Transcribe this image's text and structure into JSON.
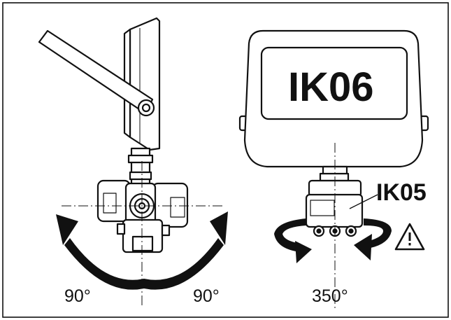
{
  "labels": {
    "impact_rating_housing": "IK06",
    "impact_rating_bracket": "IK05",
    "tilt_left": "90°",
    "tilt_right": "90°",
    "rotation": "350°"
  },
  "icons": {
    "warning": "warning-triangle-icon"
  },
  "colors": {
    "line": "#111111",
    "housing_fill": "#ffffff"
  }
}
